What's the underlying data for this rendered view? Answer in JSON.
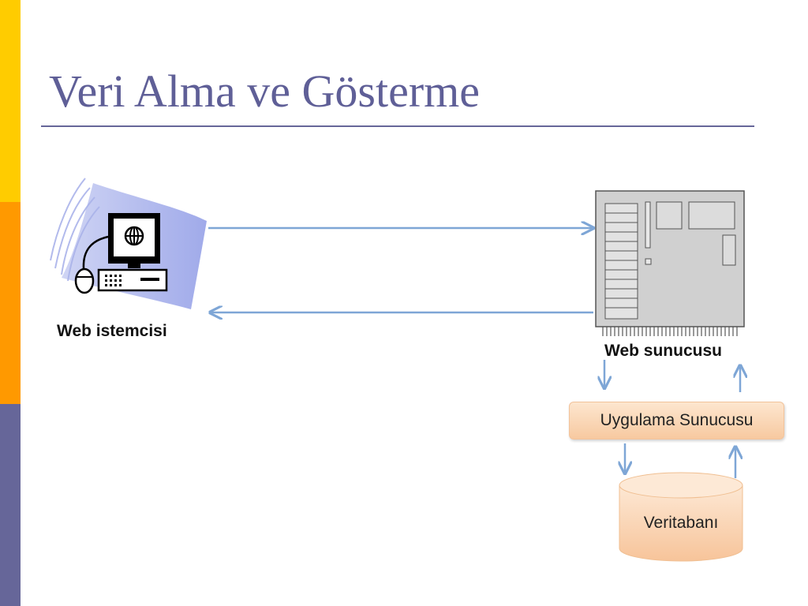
{
  "slide": {
    "title": "Veri Alma ve Gösterme"
  },
  "diagram": {
    "client_label": "Web istemcisi",
    "server_label": "Web sunucusu",
    "app_server_label": "Uygulama Sunucusu",
    "database_label": "Veritabanı"
  },
  "colors": {
    "title": "#5f5f97",
    "arrow": "#7ea6d6",
    "bar_yellow": "#ffcc00",
    "bar_orange": "#ff9900",
    "bar_purple": "#666699",
    "box_fill": "#f9d3b0"
  }
}
